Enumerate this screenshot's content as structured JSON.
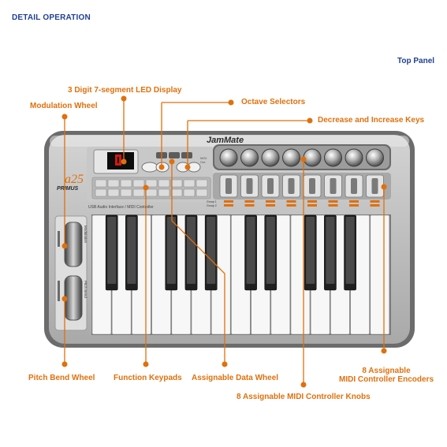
{
  "header": {
    "title": "DETAIL OPERATION",
    "panel": "Top Panel"
  },
  "colors": {
    "accent": "#e0700c",
    "heading": "#1f3f93"
  },
  "device": {
    "brand": "JamMate",
    "model": "a25",
    "series": "PRIMUS",
    "interface_label": "USB  Audio Interface / MIDI Controller",
    "modulation_label": "Modulation",
    "pitch_label": "Pitch Bend",
    "group1": "Group 1",
    "group2": "Group 2"
  },
  "callouts": {
    "led_display": "3 Digit 7-segment LED Display",
    "octave": "Octave Selectors",
    "modulation": "Modulation Wheel",
    "dec_inc": "Decrease and Increase Keys",
    "pitch": "Pitch Bend Wheel",
    "function": "Function Keypads",
    "data_wheel": "Assignable Data Wheel",
    "encoders_line1": "8 Assignable",
    "encoders_line2": "MIDI Controller Encoders",
    "knobs": "8 Assignable MIDI Controller Knobs"
  }
}
